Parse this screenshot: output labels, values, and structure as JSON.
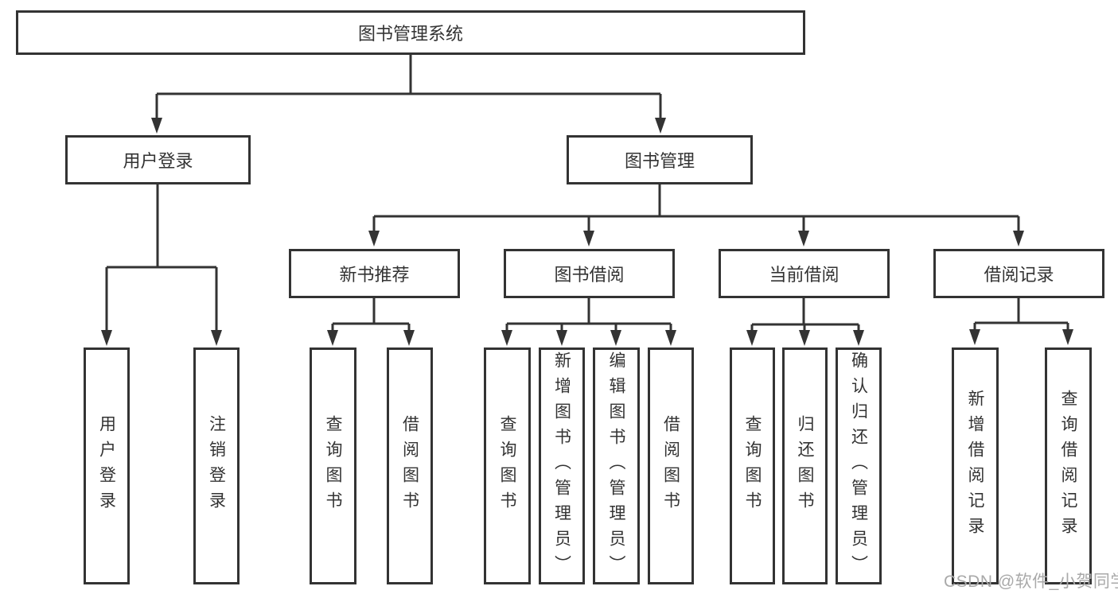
{
  "diagram": {
    "root": {
      "label": "图书管理系统"
    },
    "user_login": {
      "label": "用户登录",
      "children": [
        {
          "label": "用户登录"
        },
        {
          "label": "注销登录"
        }
      ]
    },
    "book_mgmt": {
      "label": "图书管理",
      "sections": [
        {
          "label": "新书推荐",
          "children": [
            {
              "label": "查询图书"
            },
            {
              "label": "借阅图书"
            }
          ]
        },
        {
          "label": "图书借阅",
          "children": [
            {
              "label": "查询图书"
            },
            {
              "label": "新增图书（管理员）"
            },
            {
              "label": "编辑图书（管理员）"
            },
            {
              "label": "借阅图书"
            }
          ]
        },
        {
          "label": "当前借阅",
          "children": [
            {
              "label": "查询图书"
            },
            {
              "label": "归还图书"
            },
            {
              "label": "确认归还（管理员）"
            }
          ]
        },
        {
          "label": "借阅记录",
          "children": [
            {
              "label": "新增借阅记录"
            },
            {
              "label": "查询借阅记录"
            }
          ]
        }
      ]
    },
    "watermark": "CSDN @软件_小贺同学",
    "colors": {
      "line": "#333333",
      "text": "#333333",
      "watermark": "#a9a9a9",
      "background": "#ffffff"
    }
  }
}
